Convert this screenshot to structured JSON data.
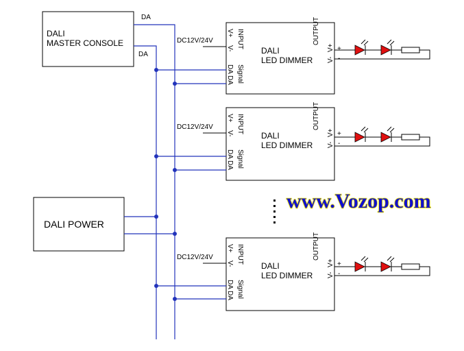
{
  "master": {
    "line1": "DALI",
    "line2": "MASTER CONSOLE",
    "bus_a": "DA",
    "bus_b": "DA"
  },
  "power": {
    "label": "DALI POWER"
  },
  "dimmer": {
    "line1": "DALI",
    "line2": "LED DIMMER",
    "input": "INPUT",
    "vplus": "V+",
    "vminus": "V-",
    "signal": "Signal",
    "da1": "DA",
    "da2": "DA",
    "output": "OUTPUT",
    "out_vplus": "V+",
    "out_vminus": "V-",
    "plus": "+",
    "minus": "-",
    "supply": "DC12V/24V"
  },
  "ellipsis": ":",
  "watermark": "www.Vozop.com",
  "colors": {
    "wire": "#2233bb",
    "led": "#e01010",
    "watermark": "#1111cc",
    "watermark_outline": "#f2e600"
  }
}
